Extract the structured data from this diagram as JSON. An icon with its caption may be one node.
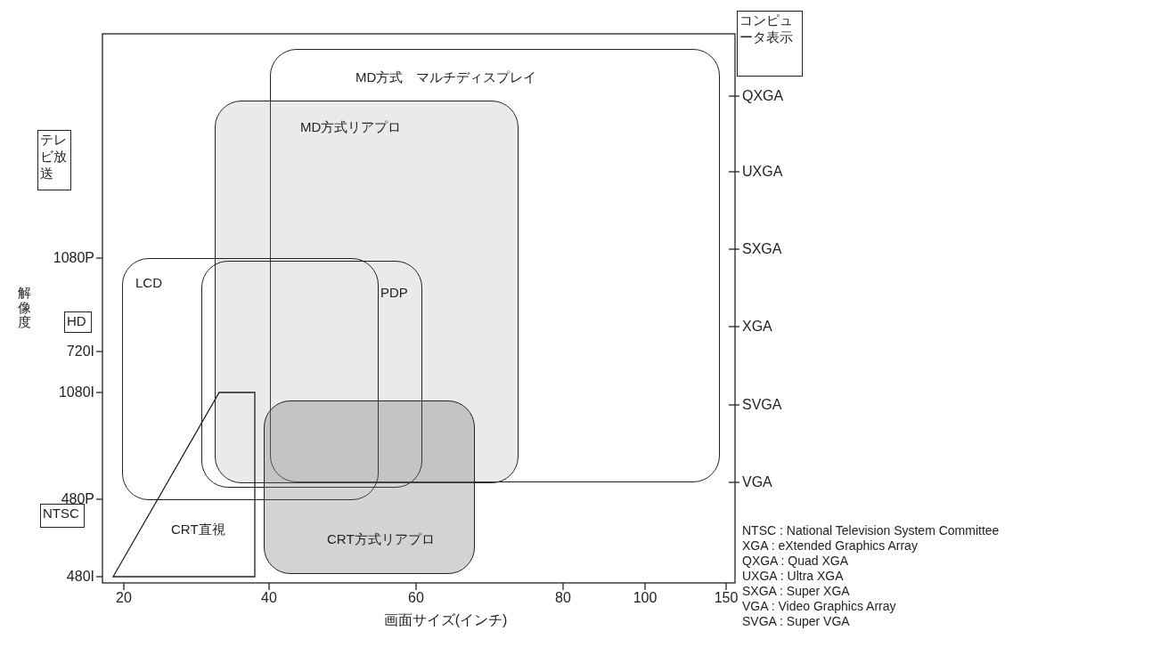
{
  "diagram": {
    "nodes": [
      {
        "text": [
          "テレビ放送"
        ]
      },
      {
        "text": [
          "HD"
        ]
      },
      {
        "text": [
          "NTSC"
        ]
      },
      {
        "text": [
          "コンピュータ表示"
        ]
      },
      {
        "text": [
          "MD方式　マルチディスプレイ"
        ]
      },
      {
        "text": [
          "MD方式リアプロ"
        ]
      },
      {
        "text": [
          "LCD"
        ]
      },
      {
        "text": [
          "PDP"
        ]
      },
      {
        "text": [
          "CRT方式リアプロ"
        ]
      },
      {
        "text": [
          "CRT直視"
        ]
      }
    ],
    "edges": [],
    "labels": [
      "1080P",
      "720I",
      "1080I",
      "480P",
      "480I",
      "QXGA",
      "UXGA",
      "SXGA",
      "XGA",
      "SVGA",
      "VGA",
      "20",
      "40",
      "60",
      "80",
      "100",
      "150",
      "解像度",
      "画面サイズ(インチ)",
      "NTSC : National Television System Committee",
      "XGA : eXtended Graphics Array",
      "QXGA : Quad XGA",
      "UXGA : Ultra XGA",
      "SXGA : Super XGA",
      "VGA : Video Graphics Array",
      "SVGA : Super VGA"
    ]
  }
}
